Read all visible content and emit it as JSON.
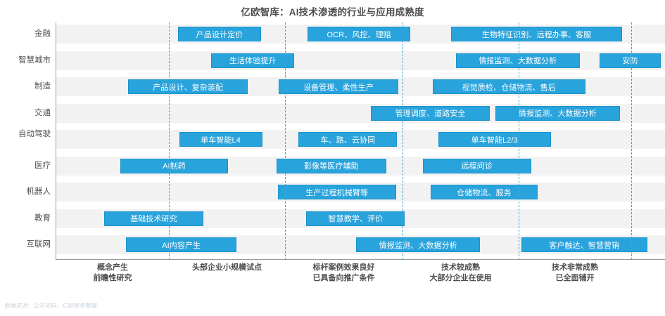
{
  "chart_data": {
    "type": "bar",
    "title": "亿欧智库：AI技术渗透的行业与应用成熟度",
    "xlabel": "",
    "ylabel": "",
    "grid": false,
    "legend": "none",
    "orientation": "horizontal",
    "xlim": [
      0,
      5
    ],
    "x_stage_labels": [
      {
        "line1": "概念产生",
        "line2": "前瞻性研究"
      },
      {
        "line1": "头部企业小规模试点",
        "line2": ""
      },
      {
        "line1": "标杆案例效果良好",
        "line2": "已具备向推广条件"
      },
      {
        "line1": "技术较成熟",
        "line2": "大部分企业在使用"
      },
      {
        "line1": "技术非常成熟",
        "line2": "已全面铺开"
      }
    ],
    "categories": [
      "金融",
      "智慧城市",
      "制造",
      "交通",
      "自动驾驶",
      "医疗",
      "机器人",
      "教育",
      "互联网"
    ],
    "series": [
      {
        "name": "金融",
        "label_lines": [
          "金融"
        ],
        "items": [
          {
            "text": "产品设计定价",
            "start": 1.1,
            "end": 1.85
          },
          {
            "text": "OCR、风控、理赔",
            "start": 2.27,
            "end": 3.2
          },
          {
            "text": "生物特征识别、远程办事、客服",
            "start": 3.57,
            "end": 5.11
          }
        ]
      },
      {
        "name": "智慧城市",
        "label_lines": [
          "智慧城市"
        ],
        "items": [
          {
            "text": "生活体验提升",
            "start": 1.4,
            "end": 2.15
          },
          {
            "text": "情报监测、大数据分析",
            "start": 3.61,
            "end": 4.73
          },
          {
            "text": "安防",
            "start": 4.91,
            "end": 5.46
          }
        ]
      },
      {
        "name": "制造",
        "label_lines": [
          "制造"
        ],
        "items": [
          {
            "text": "产品设计、复杂装配",
            "start": 0.65,
            "end": 1.73
          },
          {
            "text": "设备管理、柔性生产",
            "start": 2.01,
            "end": 3.09
          },
          {
            "text": "视觉质检、仓储物流、售后",
            "start": 3.4,
            "end": 4.78
          }
        ]
      },
      {
        "name": "交通",
        "label_lines": [
          "交通"
        ],
        "items": [
          {
            "text": "管理调度、道路安全",
            "start": 2.84,
            "end": 3.92
          },
          {
            "text": "情报监测、大数据分析",
            "start": 3.97,
            "end": 5.09
          }
        ]
      },
      {
        "name": "自动驾驶",
        "label_lines": [
          "自动",
          "驾驶"
        ],
        "items": [
          {
            "text": "单车智能L4",
            "start": 1.11,
            "end": 1.86
          },
          {
            "text": "车、路、云协同",
            "start": 2.19,
            "end": 3.08
          },
          {
            "text": "单车智能L2/3",
            "start": 3.45,
            "end": 4.47
          }
        ]
      },
      {
        "name": "医疗",
        "label_lines": [
          "医疗"
        ],
        "items": [
          {
            "text": "AI制药",
            "start": 0.58,
            "end": 1.55
          },
          {
            "text": "影像等医疗辅助",
            "start": 1.99,
            "end": 2.98
          },
          {
            "text": "远程问诊",
            "start": 3.31,
            "end": 4.29
          }
        ]
      },
      {
        "name": "机器人",
        "label_lines": [
          "机器人"
        ],
        "items": [
          {
            "text": "生产过程机械臂等",
            "start": 2.0,
            "end": 3.07
          },
          {
            "text": "仓储物流、服务",
            "start": 3.38,
            "end": 4.35
          }
        ]
      },
      {
        "name": "教育",
        "label_lines": [
          "教育"
        ],
        "items": [
          {
            "text": "基础技术研究",
            "start": 0.43,
            "end": 1.33
          },
          {
            "text": "智慧教学、评价",
            "start": 2.26,
            "end": 3.15
          }
        ]
      },
      {
        "name": "互联网",
        "label_lines": [
          "AI内容产生"
        ],
        "items": [
          {
            "text": "AI内容产生",
            "start": 0.63,
            "end": 1.63
          },
          {
            "text": "情报监测、大数据分析",
            "start": 2.71,
            "end": 3.83
          },
          {
            "text": "客户触达、智慧营销",
            "start": 4.2,
            "end": 5.34
          }
        ]
      }
    ]
  },
  "footer": {
    "source": "数据来源：公开资料、亿欧智库整理"
  }
}
